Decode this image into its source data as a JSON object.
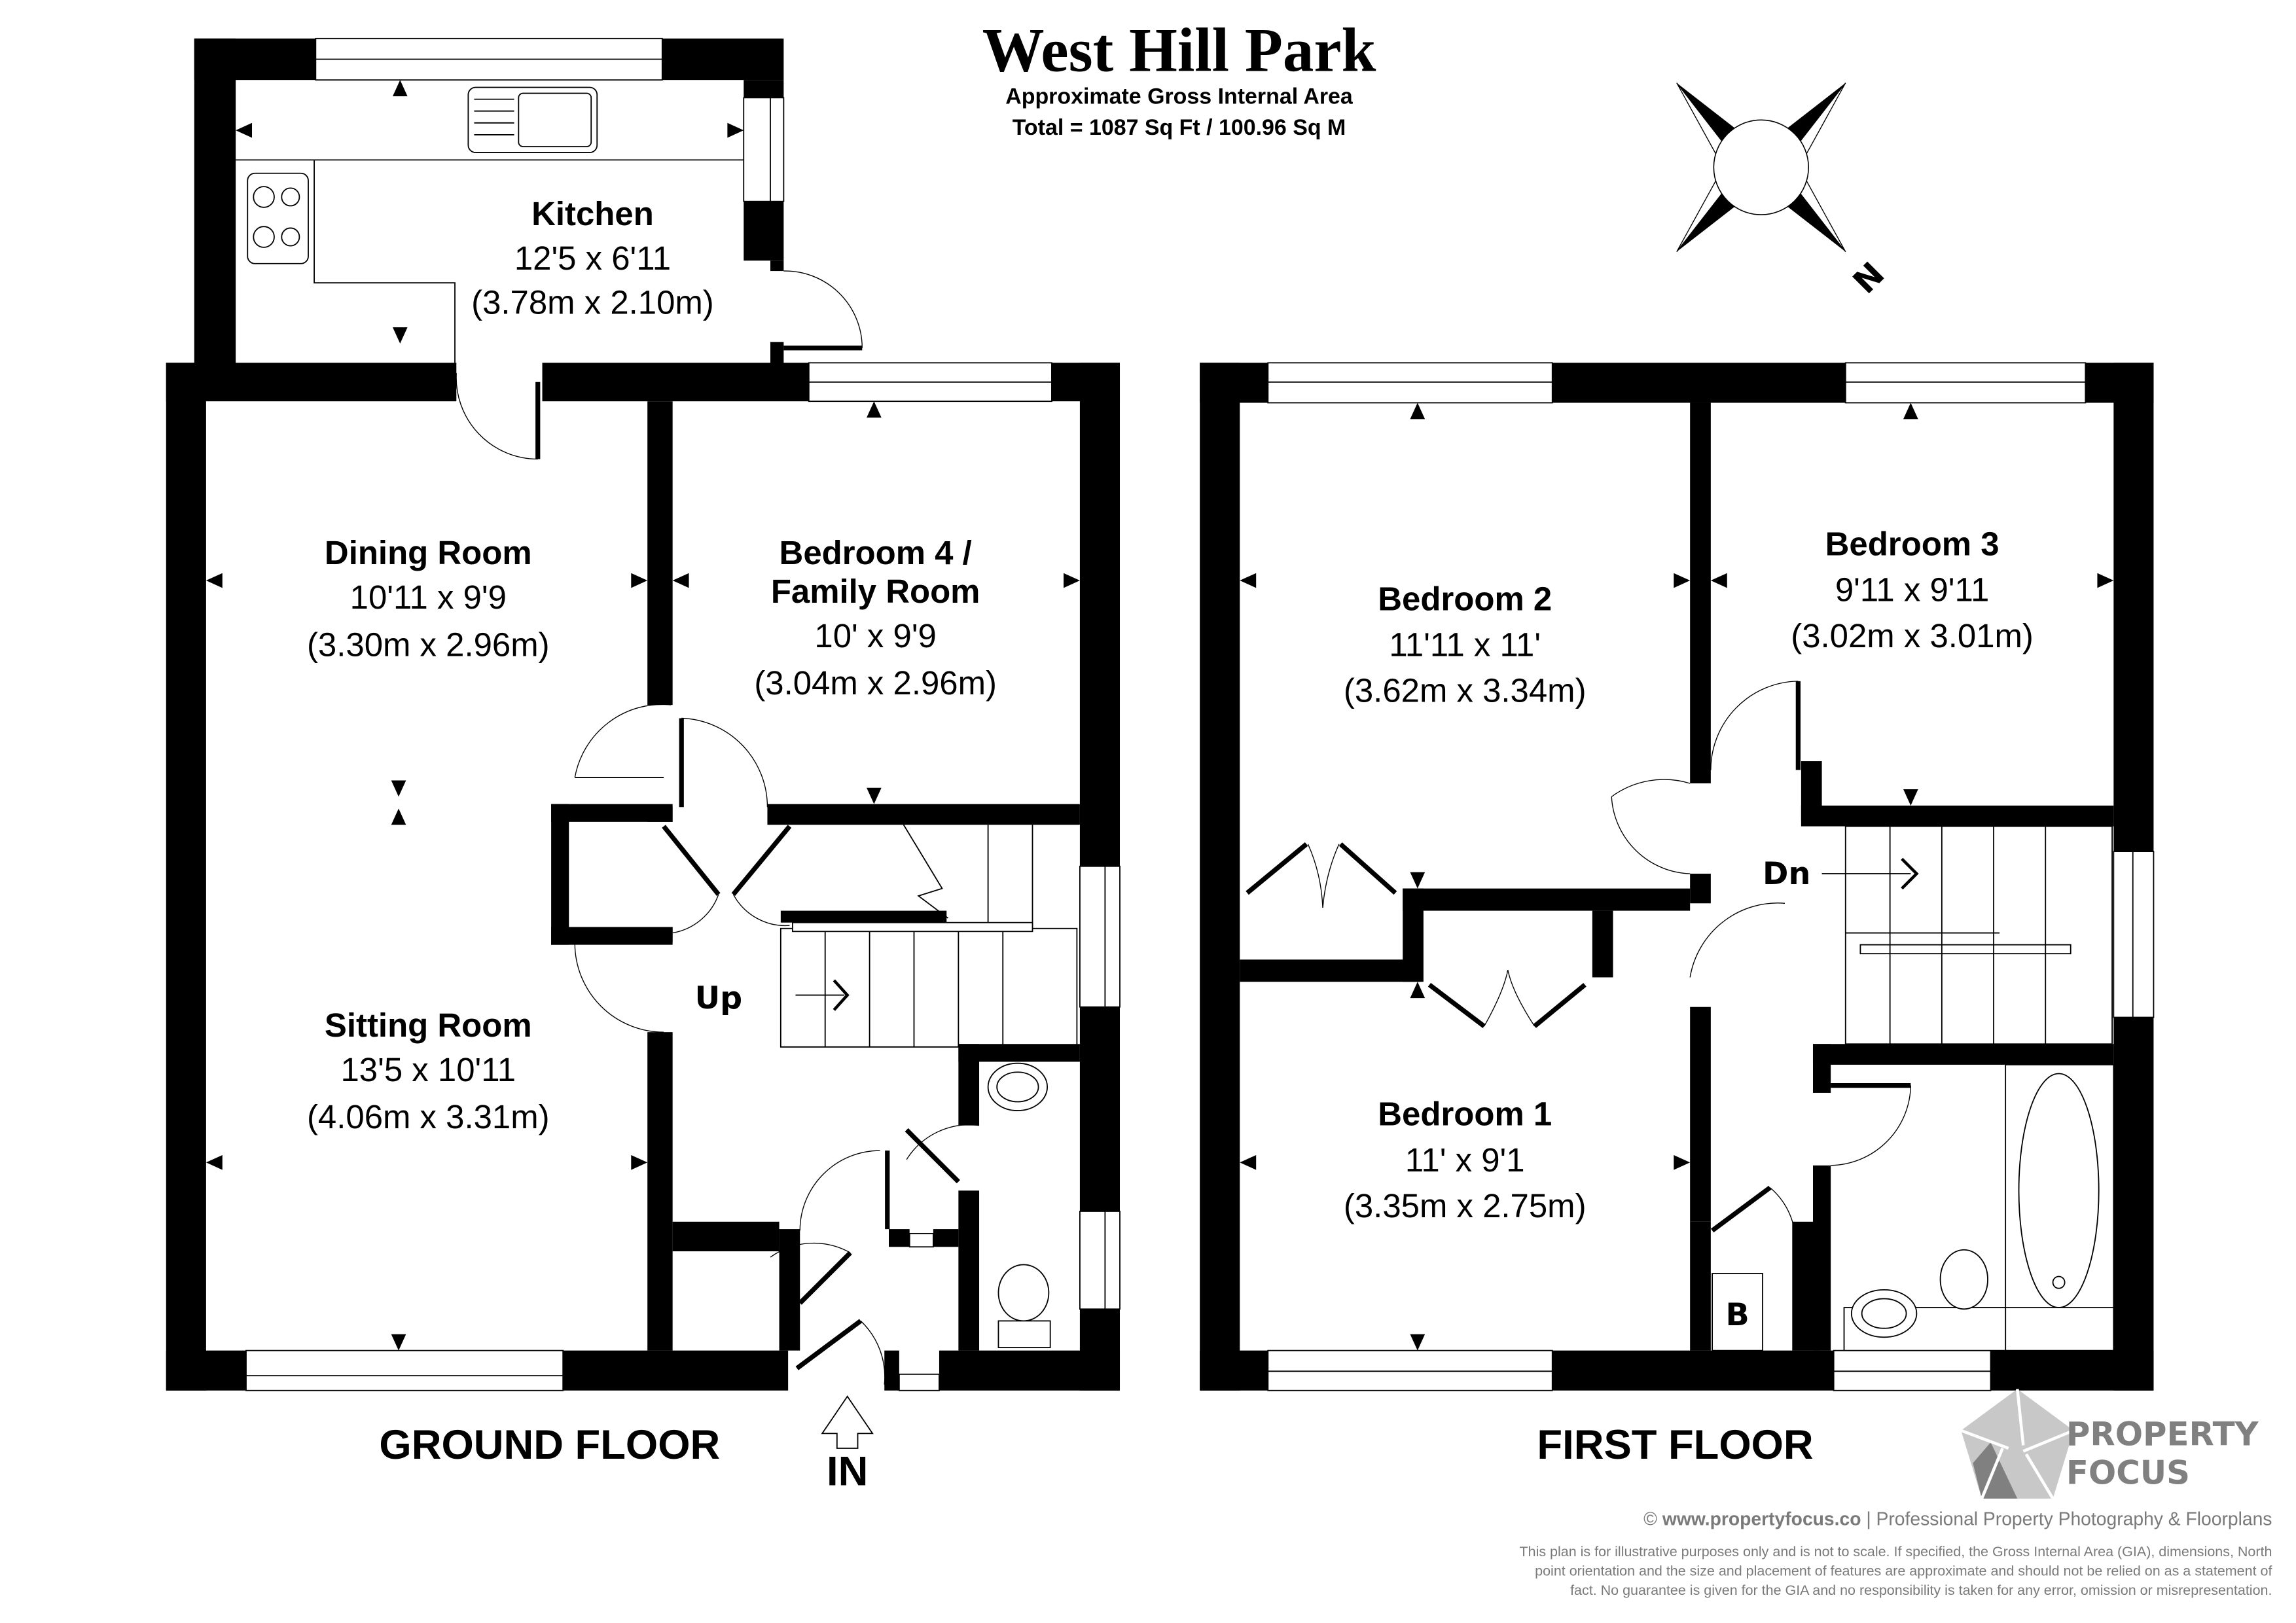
{
  "header": {
    "title": "West Hill Park",
    "subtitle": "Approximate Gross Internal Area",
    "total_area": "Total = 1087 Sq Ft / 100.96 Sq M"
  },
  "compass": {
    "label": "N"
  },
  "ground_floor": {
    "label": "GROUND FLOOR",
    "entrance_label": "IN",
    "stairs_label": "Up",
    "rooms": [
      {
        "name": "Kitchen",
        "imperial": "12'5 x 6'11",
        "metric": "(3.78m x 2.10m)"
      },
      {
        "name": "Dining Room",
        "imperial": "10'11 x 9'9",
        "metric": "(3.30m x 2.96m)"
      },
      {
        "name_line1": "Bedroom 4 /",
        "name_line2": "Family Room",
        "imperial": "10' x 9'9",
        "metric": "(3.04m x 2.96m)"
      },
      {
        "name": "Sitting Room",
        "imperial": "13'5 x 10'11",
        "metric": "(4.06m x 3.31m)"
      }
    ]
  },
  "first_floor": {
    "label": "FIRST FLOOR",
    "stairs_label": "Dn",
    "boiler_label": "B",
    "rooms": [
      {
        "name": "Bedroom 2",
        "imperial": "11'11 x 11'",
        "metric": "(3.62m x 3.34m)"
      },
      {
        "name": "Bedroom 3",
        "imperial": "9'11 x 9'11",
        "metric": "(3.02m x 3.01m)"
      },
      {
        "name": "Bedroom 1",
        "imperial": "11' x 9'1",
        "metric": "(3.35m x 2.75m)"
      }
    ]
  },
  "branding": {
    "logo_line1": "PROPERTY",
    "logo_line2": "FOCUS",
    "logo_color": "#808080",
    "copyright_prefix": "© ",
    "website": "www.propertyfocus.co",
    "tagline": " | Professional Property Photography & Floorplans",
    "disclaimer_lines": [
      "This plan is for illustrative purposes only and is not to scale. If specified, the Gross Internal Area (GIA), dimensions, North",
      "point orientation and the size and placement of features are approximate and should not be relied on as a statement of",
      "fact. No guarantee is given for the GIA and no responsibility is taken for any error, omission or misrepresentation."
    ]
  }
}
